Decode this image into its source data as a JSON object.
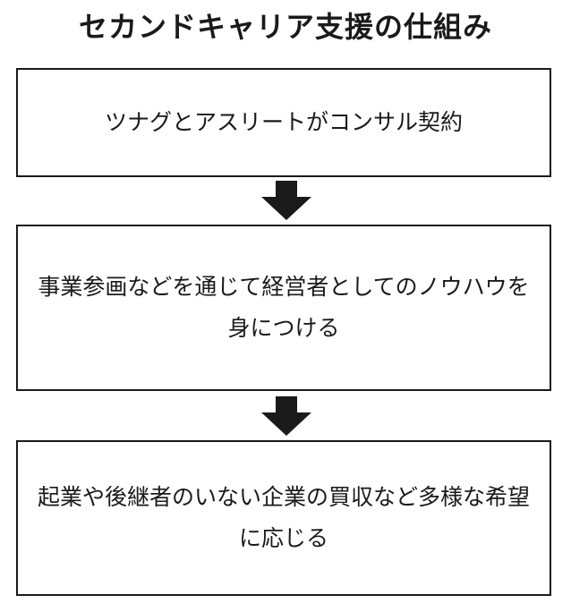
{
  "title": "セカンドキャリア支援の仕組み",
  "steps": [
    {
      "text": "ツナグとアスリートがコンサル契約"
    },
    {
      "text": "事業参画などを通じて経営者としてのノウハウを身につける"
    },
    {
      "text": "起業や後継者のいない企業の買収など多様な希望に応じる"
    }
  ],
  "colors": {
    "line": "#1a1a1a",
    "background": "#ffffff"
  },
  "icons": [
    "down-arrow-icon",
    "down-arrow-icon"
  ]
}
